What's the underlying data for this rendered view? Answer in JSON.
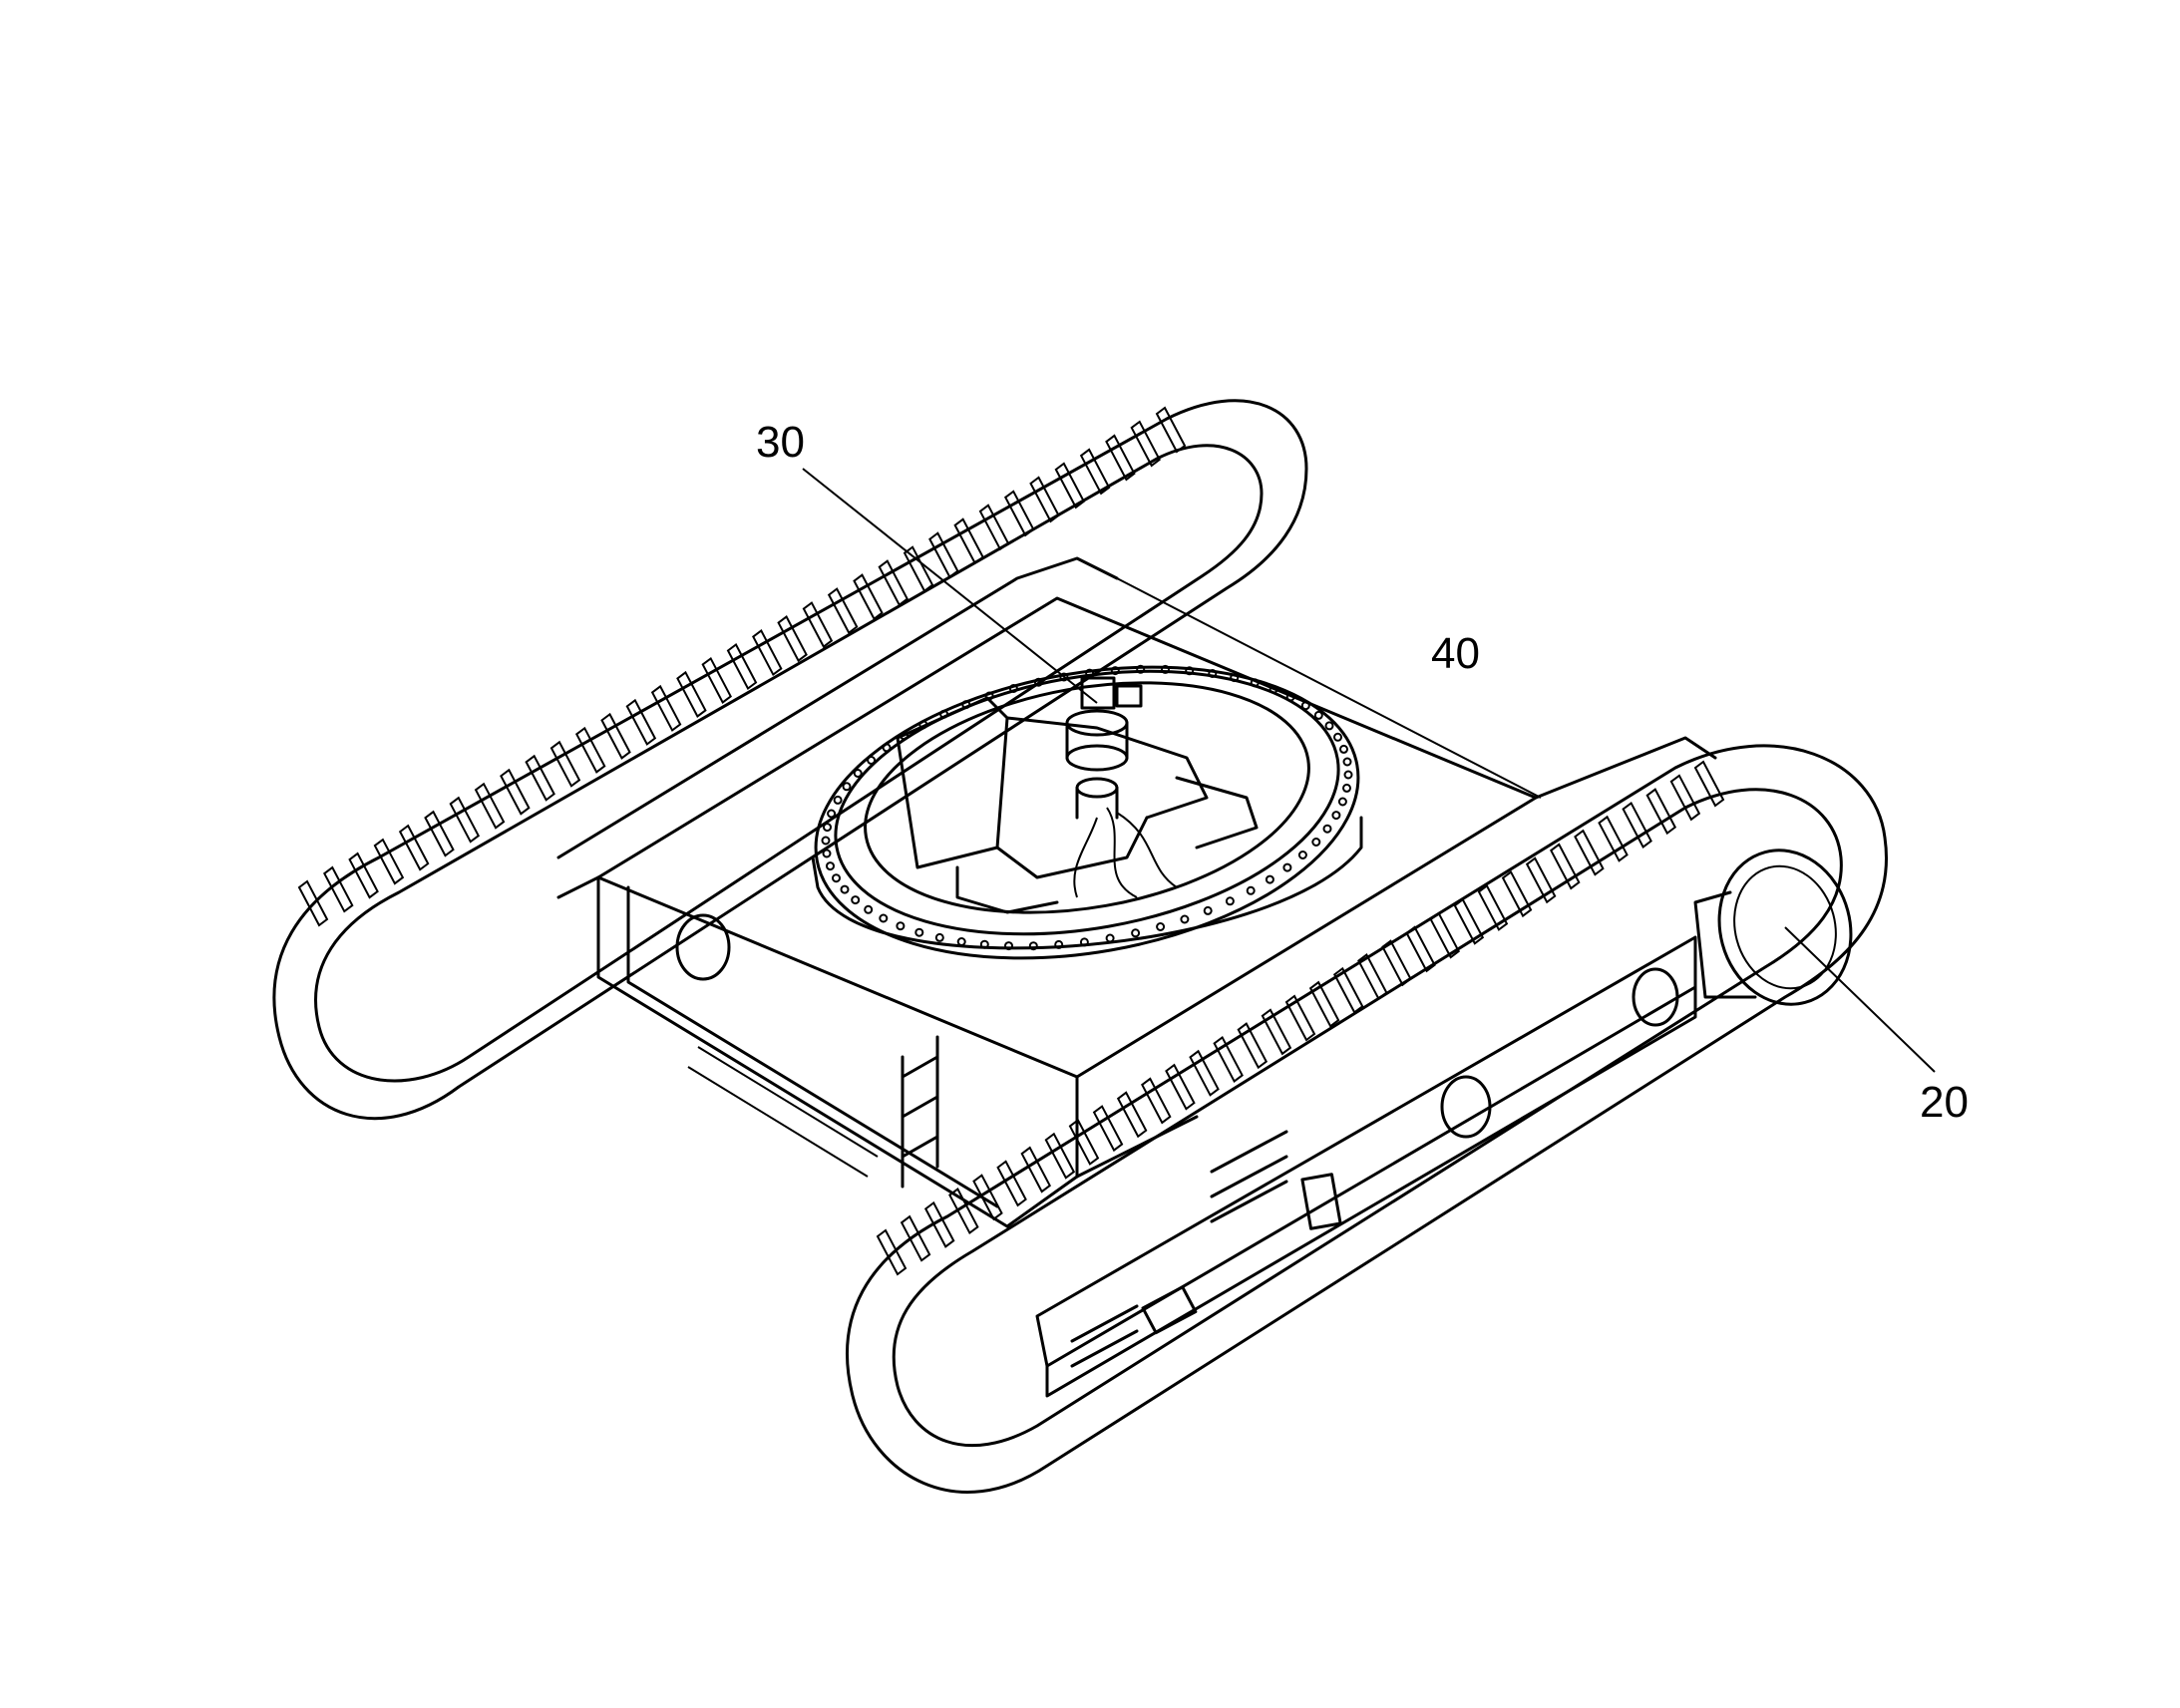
{
  "figure": {
    "labels": [
      {
        "id": "30",
        "text": "30"
      },
      {
        "id": "40",
        "text": "40"
      },
      {
        "id": "20",
        "text": "20"
      }
    ]
  },
  "colors": {
    "ink": "#000000",
    "paper": "#ffffff"
  }
}
